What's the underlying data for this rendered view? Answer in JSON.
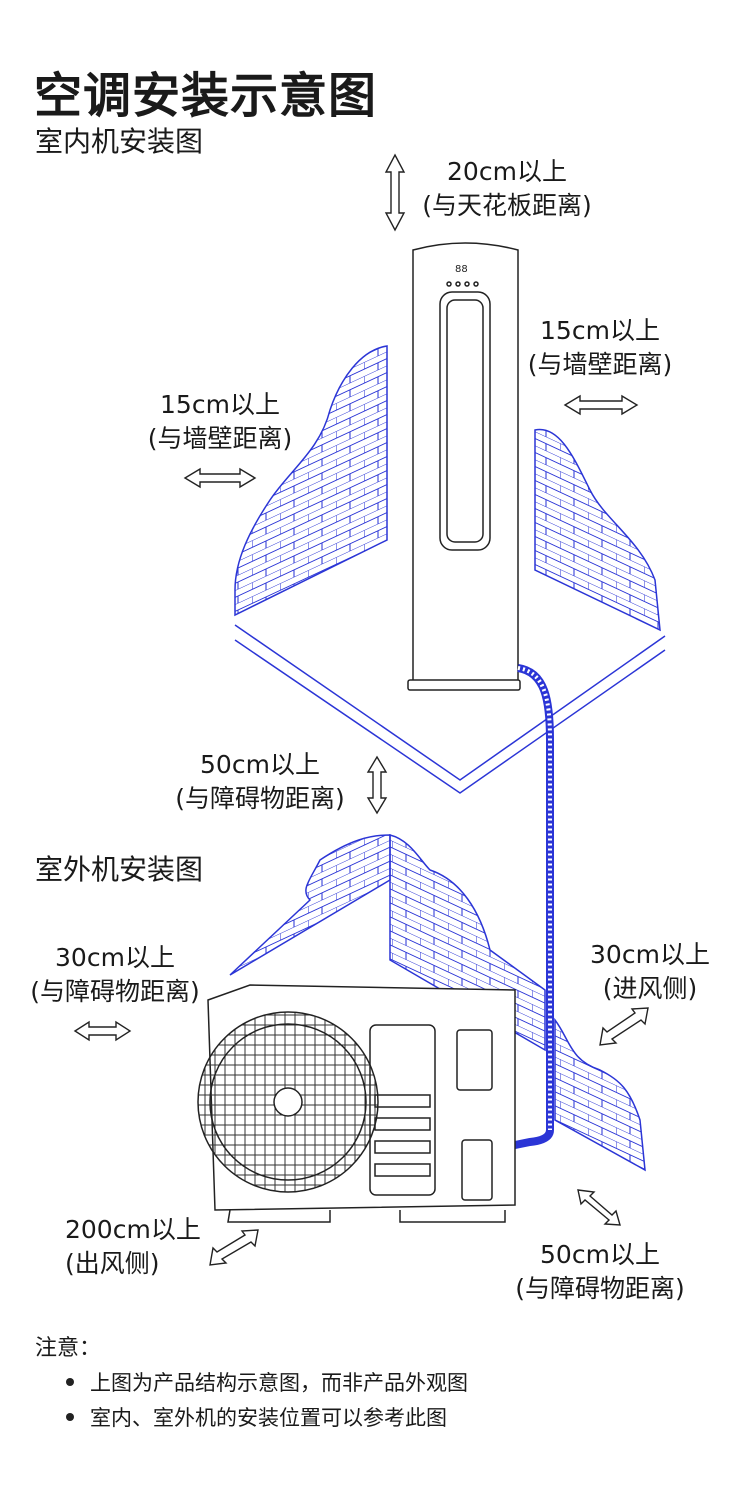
{
  "title": "空调安装示意图",
  "indoor": {
    "heading": "室内机安装图",
    "top": {
      "distance": "20cm以上",
      "note": "(与天花板距离)"
    },
    "right": {
      "distance": "15cm以上",
      "note": "(与墙壁距离)"
    },
    "left": {
      "distance": "15cm以上",
      "note": "(与墙壁距离)"
    },
    "bottom": {
      "distance": "50cm以上",
      "note": "(与障碍物距离)"
    }
  },
  "outdoor": {
    "heading": "室外机安装图",
    "left": {
      "distance": "30cm以上",
      "note": "(与障碍物距离)"
    },
    "intake": {
      "distance": "30cm以上",
      "note": "(进风侧)"
    },
    "outlet": {
      "distance": "200cm以上",
      "note": "(出风侧)"
    },
    "front": {
      "distance": "50cm以上",
      "note": "(与障碍物距离)"
    }
  },
  "notes": {
    "heading": "注意：",
    "items": [
      "上图为产品结构示意图，而非产品外观图",
      "室内、室外机的安装位置可以参考此图"
    ]
  },
  "colors": {
    "wall": "#2b35d6",
    "line": "#222222"
  }
}
